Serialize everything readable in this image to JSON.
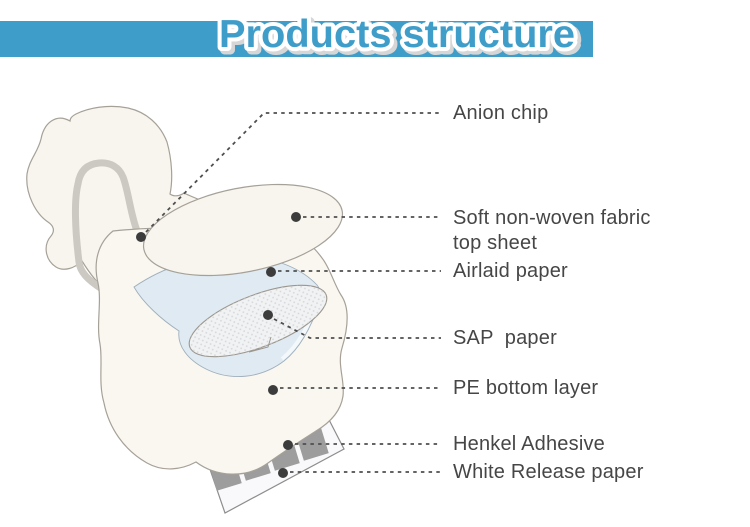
{
  "banner": {
    "title": "Products structure",
    "bg_color": "#3F9DC9",
    "text_fill": "#3F9DC9",
    "text_outline": "#FFFFFF"
  },
  "diagram": {
    "description": "Exploded structure of a sanitary pad product",
    "dot_color": "#3C3C3C",
    "leader_line_color": "#4F4F4F",
    "colors": {
      "pad_fill": "#F8F5EF",
      "pad_outline": "#A6A198",
      "anion_channel": "#CCC9C2",
      "airlaid_fill": "#E0EAF2",
      "sap_fill": "#F1F2F3",
      "release_paper_fill": "#F9F9FB",
      "adhesive_stripe": "#9D9D9D"
    }
  },
  "labels": [
    {
      "id": "anion-chip",
      "text": "Anion chip"
    },
    {
      "id": "top-sheet",
      "text": "Soft non-woven fabric top sheet"
    },
    {
      "id": "airlaid-paper",
      "text": "Airlaid paper"
    },
    {
      "id": "sap-paper",
      "text": "SAP  paper"
    },
    {
      "id": "pe-bottom-layer",
      "text": "PE bottom layer"
    },
    {
      "id": "henkel-adhesive",
      "text": "Henkel Adhesive"
    },
    {
      "id": "white-release-paper",
      "text": "White Release paper"
    }
  ]
}
